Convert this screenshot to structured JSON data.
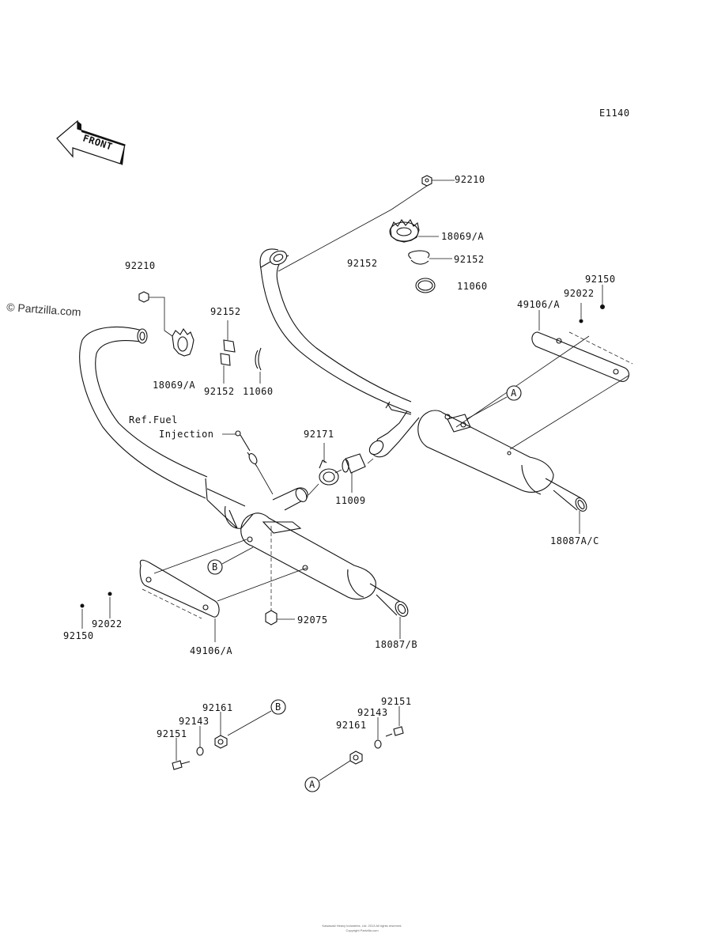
{
  "diagram_code": "E1140",
  "watermark": "© Partzilla.com",
  "front_arrow_label": "FRONT",
  "ref_fuel": {
    "line1": "Ref.Fuel",
    "line2": "Injection"
  },
  "footer": {
    "line1": "Kawasaki Heavy Industries, Ltd. 2013 All rights reserved.",
    "line2": "Copyright Partzilla.com"
  },
  "labels": {
    "p92210_top": "92210",
    "p18069a_top": "18069/A",
    "p92152_top_left": "92152",
    "p92152_top_right": "92152",
    "p11060_top": "11060",
    "p92150_right": "92150",
    "p92022_right": "92022",
    "p49106a_right": "49106/A",
    "p92210_left": "92210",
    "p92152_left": "92152",
    "p18069a_left": "18069/A",
    "p92152_left2": "92152",
    "p11060_left": "11060",
    "p92171": "92171",
    "p11009": "11009",
    "p18087ac": "18087A/C",
    "p92150_left": "92150",
    "p92022_left": "92022",
    "p49106a_left": "49106/A",
    "p92075": "92075",
    "p18087b": "18087/B",
    "p92161_b": "92161",
    "p92143_b": "92143",
    "p92151_b": "92151",
    "p92151_a": "92151",
    "p92143_a": "92143",
    "p92161_a": "92161"
  },
  "callouts": {
    "a": "A",
    "b": "B"
  }
}
